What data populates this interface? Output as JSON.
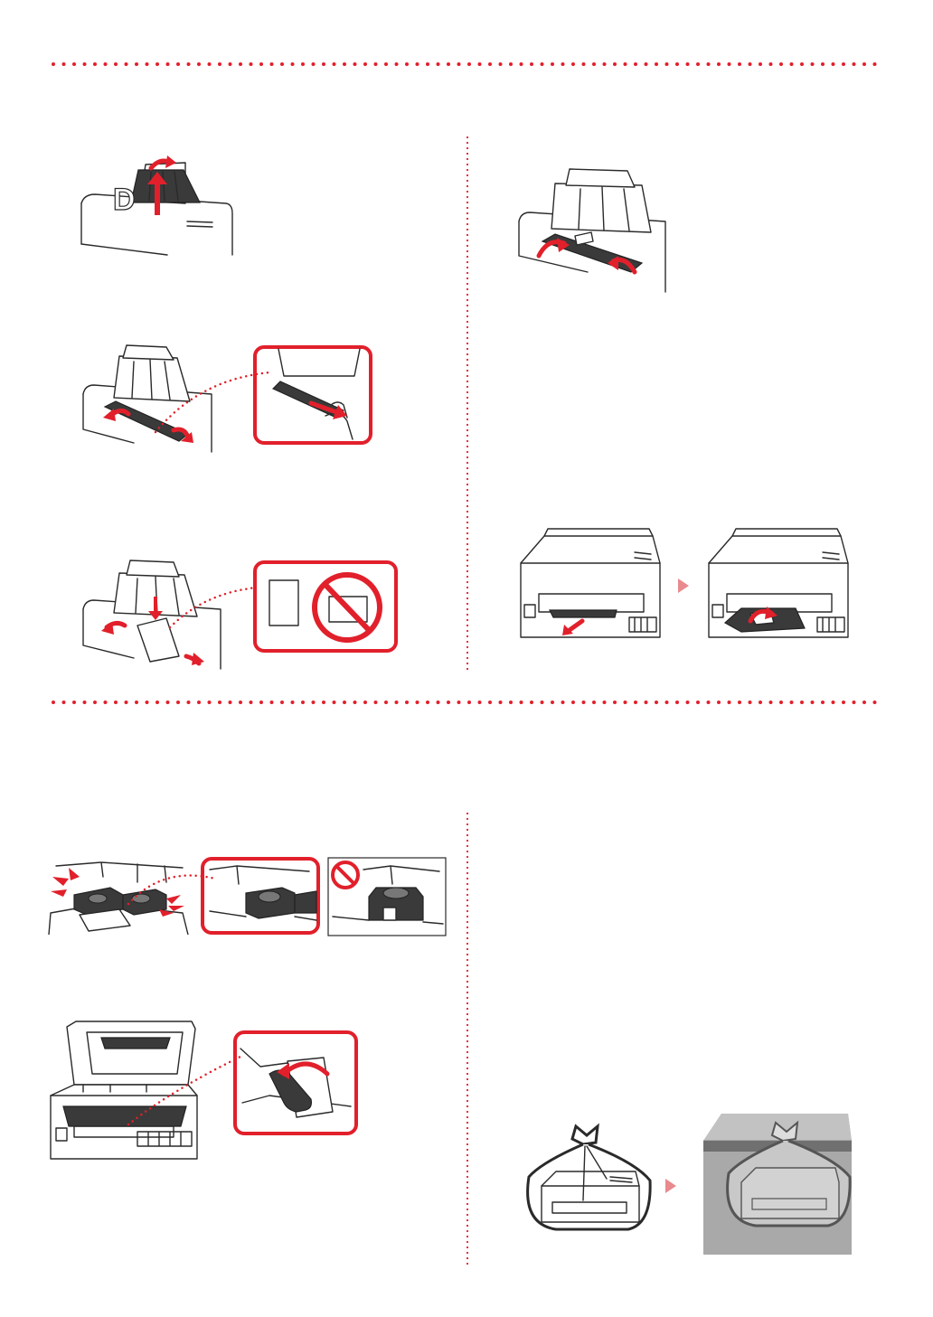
{
  "page": {
    "accent_color": "#e1202b",
    "line_color": "#2a2a2a",
    "icons": [
      "up-arrow-icon",
      "curved-arrow-icon",
      "slide-arrow-icon",
      "prohibited-icon",
      "play-triangle-icon"
    ]
  },
  "sections": [
    {
      "name": "paper-loading-section",
      "steps": 5
    },
    {
      "name": "packing-section",
      "steps": 3
    }
  ]
}
